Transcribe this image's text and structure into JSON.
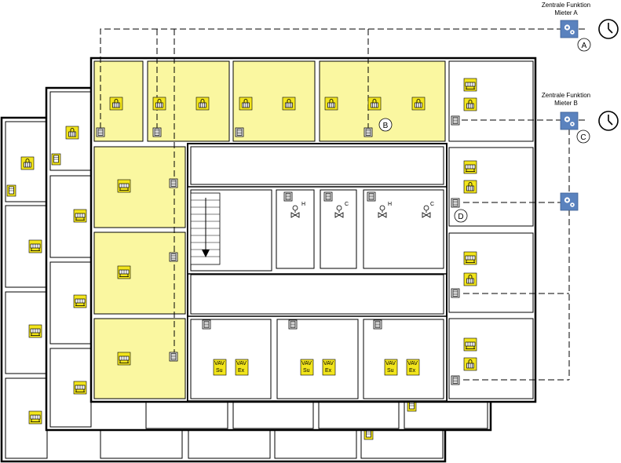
{
  "colors": {
    "tenant_a_fill": "#faf7a0",
    "room_fill": "#ffffff",
    "wall": "#000000",
    "icon_fill": "#f2e51c",
    "gear_fill": "#5a82be",
    "dashed_line": "#000000"
  },
  "central_functions": {
    "tenant_a": {
      "line1": "Zentrale Funktion",
      "line2": "Mieter A"
    },
    "tenant_b": {
      "line1": "Zentrale Funktion",
      "line2": "Mieter B"
    }
  },
  "markers": {
    "a": "A",
    "b": "B",
    "c": "C",
    "d": "D"
  },
  "valve_labels": {
    "h1": "H",
    "c1": "C",
    "h2": "H",
    "c2": "C"
  },
  "vav_units": [
    {
      "top": "VAV",
      "left_label": "Su",
      "right_label": "Ex"
    },
    {
      "top": "VAV",
      "left_label": "Su",
      "right_label": "Ex"
    },
    {
      "top": "VAV",
      "left_label": "Su",
      "right_label": "Ex"
    }
  ],
  "icons": {
    "room_controller": "room-controller-icon",
    "radiator": "radiator-icon",
    "fan_coil": "fan-coil-icon",
    "gear": "gear-icon",
    "clock": "clock-icon",
    "valve": "valve-icon",
    "stair_arrow": "stair-arrow-icon"
  }
}
